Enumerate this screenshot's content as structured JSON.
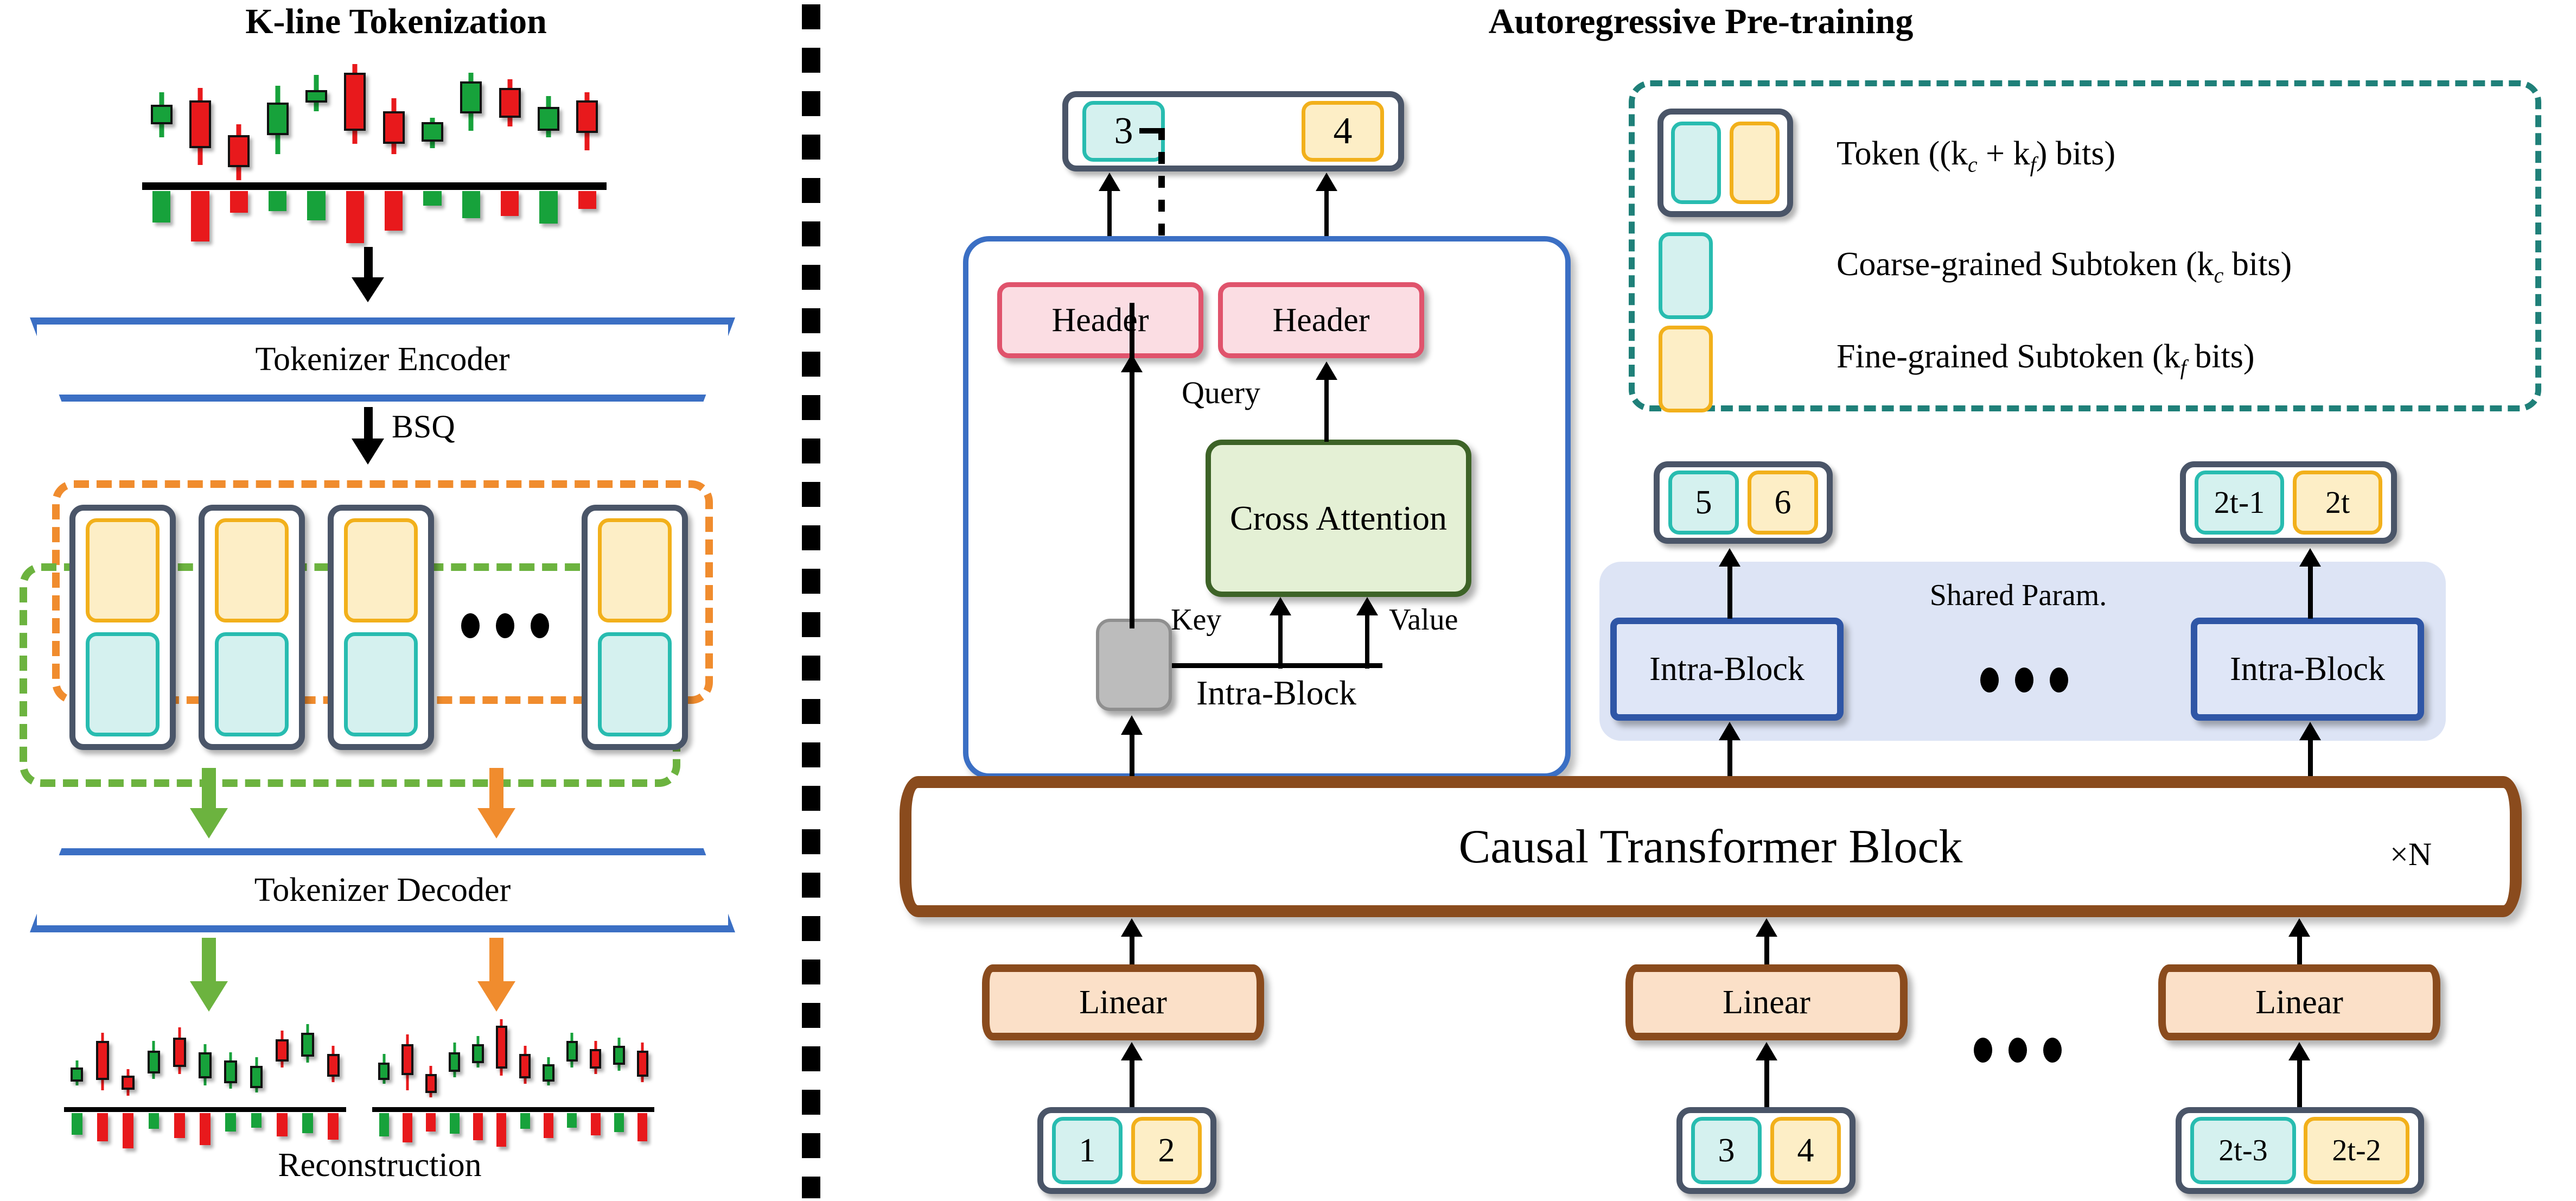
{
  "titles": {
    "left": "K-line Tokenization",
    "right": "Autoregressive Pre-training"
  },
  "left_panel": {
    "encoder_label": "Tokenizer Encoder",
    "decoder_label": "Tokenizer Decoder",
    "bsq_label": "BSQ",
    "reconstruction_label": "Reconstruction",
    "token_stack_count": 4,
    "ellipsis": "• • •"
  },
  "right_panel": {
    "output_token": {
      "coarse": "3",
      "fine": "4"
    },
    "headers": [
      "Header",
      "Header"
    ],
    "cross_attention_label": "Cross Attention",
    "query_label": "Query",
    "key_label": "Key",
    "value_label": "Value",
    "intra_block_label": "Intra-Block",
    "shared_param_label": "Shared Param.",
    "causal_transformer_label": "Causal Transformer Block",
    "repeat_label": "×N",
    "linear_label": "Linear",
    "mid_tokens": [
      {
        "coarse": "5",
        "fine": "6"
      },
      {
        "coarse": "2t-1",
        "fine": "2t"
      }
    ],
    "intra_blocks": [
      "Intra-Block",
      "Intra-Block"
    ],
    "linears": [
      "Linear",
      "Linear",
      "Linear"
    ],
    "input_tokens": [
      {
        "coarse": "1",
        "fine": "2"
      },
      {
        "coarse": "3",
        "fine": "4"
      },
      {
        "coarse": "2t-3",
        "fine": "2t-2"
      }
    ]
  },
  "legend": {
    "items": [
      {
        "swatch": "token",
        "text": "Token ((k",
        "sub1": "c",
        "mid": " + k",
        "sub2": "f",
        "tail": ") bits)"
      },
      {
        "swatch": "coarse",
        "text": "Coarse-grained Subtoken (k",
        "sub1": "c",
        "tail": " bits)"
      },
      {
        "swatch": "fine",
        "text": "Fine-grained Subtoken (k",
        "sub1": "f",
        "tail": " bits)"
      }
    ]
  },
  "colors": {
    "coarse_fill": "#d5f1ef",
    "coarse_border": "#28bcb0",
    "fine_fill": "#fdeec6",
    "fine_border": "#f2b01b",
    "token_border": "#4a5568",
    "orange_dash": "#f08c2e",
    "green_dash": "#6cb33f",
    "teal_dash": "#1f8079",
    "blue": "#3b6fc4",
    "brown": "#8a4b1d",
    "header_fill": "#fbdde3",
    "header_border": "#e0536c",
    "attn_fill": "#e4f0d5",
    "attn_border": "#3d6327",
    "candle_up": "#17a23b",
    "candle_down": "#e8191c"
  },
  "chart_data": {
    "type": "candlestick",
    "title": "K-line Tokenization",
    "source_series": {
      "name": "Original K-line",
      "candles": [
        {
          "o": 52,
          "c": 38,
          "h": 26,
          "l": 68,
          "dir": "up"
        },
        {
          "o": 34,
          "c": 74,
          "h": 22,
          "l": 94,
          "dir": "down"
        },
        {
          "o": 66,
          "c": 92,
          "h": 56,
          "l": 108,
          "dir": "down"
        },
        {
          "o": 62,
          "c": 36,
          "h": 20,
          "l": 84,
          "dir": "up"
        },
        {
          "o": 32,
          "c": 24,
          "h": 10,
          "l": 44,
          "dir": "up"
        },
        {
          "o": 8,
          "c": 58,
          "h": 0,
          "l": 74,
          "dir": "down"
        },
        {
          "o": 44,
          "c": 70,
          "h": 32,
          "l": 84,
          "dir": "down"
        },
        {
          "o": 54,
          "c": 68,
          "h": 50,
          "l": 78,
          "dir": "up"
        },
        {
          "o": 42,
          "c": 16,
          "h": 8,
          "l": 62,
          "dir": "up"
        },
        {
          "o": 22,
          "c": 46,
          "h": 14,
          "l": 58,
          "dir": "down"
        },
        {
          "o": 40,
          "c": 58,
          "h": 30,
          "l": 68,
          "dir": "up"
        },
        {
          "o": 34,
          "c": 60,
          "h": 26,
          "l": 80,
          "dir": "down"
        }
      ],
      "volumes": [
        {
          "v": 60,
          "dir": "up"
        },
        {
          "v": 96,
          "dir": "down"
        },
        {
          "v": 42,
          "dir": "down"
        },
        {
          "v": 38,
          "dir": "up"
        },
        {
          "v": 56,
          "dir": "up"
        },
        {
          "v": 100,
          "dir": "down"
        },
        {
          "v": 76,
          "dir": "down"
        },
        {
          "v": 28,
          "dir": "up"
        },
        {
          "v": 52,
          "dir": "up"
        },
        {
          "v": 48,
          "dir": "down"
        },
        {
          "v": 62,
          "dir": "up"
        },
        {
          "v": 34,
          "dir": "down"
        }
      ]
    },
    "reconstruction_series": [
      {
        "name": "Reconstruction A",
        "candles": [
          {
            "o": 62,
            "c": 74,
            "h": 54,
            "l": 84,
            "dir": "up"
          },
          {
            "o": 30,
            "c": 72,
            "h": 20,
            "l": 90,
            "dir": "down"
          },
          {
            "o": 72,
            "c": 84,
            "h": 64,
            "l": 96,
            "dir": "down"
          },
          {
            "o": 42,
            "c": 64,
            "h": 30,
            "l": 76,
            "dir": "up"
          },
          {
            "o": 26,
            "c": 56,
            "h": 14,
            "l": 70,
            "dir": "down"
          },
          {
            "o": 44,
            "c": 70,
            "h": 34,
            "l": 84,
            "dir": "up"
          },
          {
            "o": 54,
            "c": 76,
            "h": 44,
            "l": 88,
            "dir": "up"
          },
          {
            "o": 60,
            "c": 82,
            "h": 50,
            "l": 92,
            "dir": "up"
          },
          {
            "o": 28,
            "c": 50,
            "h": 18,
            "l": 62,
            "dir": "down"
          },
          {
            "o": 20,
            "c": 44,
            "h": 10,
            "l": 56,
            "dir": "up"
          },
          {
            "o": 46,
            "c": 68,
            "h": 36,
            "l": 80,
            "dir": "down"
          }
        ],
        "volumes": [
          {
            "v": 54,
            "dir": "up"
          },
          {
            "v": 70,
            "dir": "down"
          },
          {
            "v": 88,
            "dir": "down"
          },
          {
            "v": 40,
            "dir": "up"
          },
          {
            "v": 62,
            "dir": "down"
          },
          {
            "v": 80,
            "dir": "down"
          },
          {
            "v": 46,
            "dir": "up"
          },
          {
            "v": 36,
            "dir": "up"
          },
          {
            "v": 58,
            "dir": "down"
          },
          {
            "v": 50,
            "dir": "up"
          },
          {
            "v": 66,
            "dir": "down"
          }
        ]
      },
      {
        "name": "Reconstruction B",
        "candles": [
          {
            "o": 56,
            "c": 72,
            "h": 46,
            "l": 82,
            "dir": "up"
          },
          {
            "o": 34,
            "c": 66,
            "h": 22,
            "l": 90,
            "dir": "down"
          },
          {
            "o": 70,
            "c": 88,
            "h": 60,
            "l": 98,
            "dir": "down"
          },
          {
            "o": 44,
            "c": 62,
            "h": 32,
            "l": 74,
            "dir": "up"
          },
          {
            "o": 34,
            "c": 52,
            "h": 24,
            "l": 62,
            "dir": "up"
          },
          {
            "o": 12,
            "c": 58,
            "h": 4,
            "l": 72,
            "dir": "down"
          },
          {
            "o": 46,
            "c": 70,
            "h": 36,
            "l": 82,
            "dir": "down"
          },
          {
            "o": 58,
            "c": 74,
            "h": 50,
            "l": 84,
            "dir": "up"
          },
          {
            "o": 30,
            "c": 50,
            "h": 20,
            "l": 62,
            "dir": "up"
          },
          {
            "o": 40,
            "c": 58,
            "h": 30,
            "l": 70,
            "dir": "down"
          },
          {
            "o": 36,
            "c": 54,
            "h": 26,
            "l": 66,
            "dir": "up"
          },
          {
            "o": 42,
            "c": 68,
            "h": 32,
            "l": 80,
            "dir": "down"
          }
        ],
        "volumes": [
          {
            "v": 58,
            "dir": "up"
          },
          {
            "v": 74,
            "dir": "down"
          },
          {
            "v": 46,
            "dir": "down"
          },
          {
            "v": 52,
            "dir": "up"
          },
          {
            "v": 68,
            "dir": "down"
          },
          {
            "v": 84,
            "dir": "down"
          },
          {
            "v": 40,
            "dir": "up"
          },
          {
            "v": 62,
            "dir": "down"
          },
          {
            "v": 36,
            "dir": "up"
          },
          {
            "v": 56,
            "dir": "down"
          },
          {
            "v": 48,
            "dir": "up"
          },
          {
            "v": 70,
            "dir": "down"
          }
        ]
      }
    ]
  }
}
